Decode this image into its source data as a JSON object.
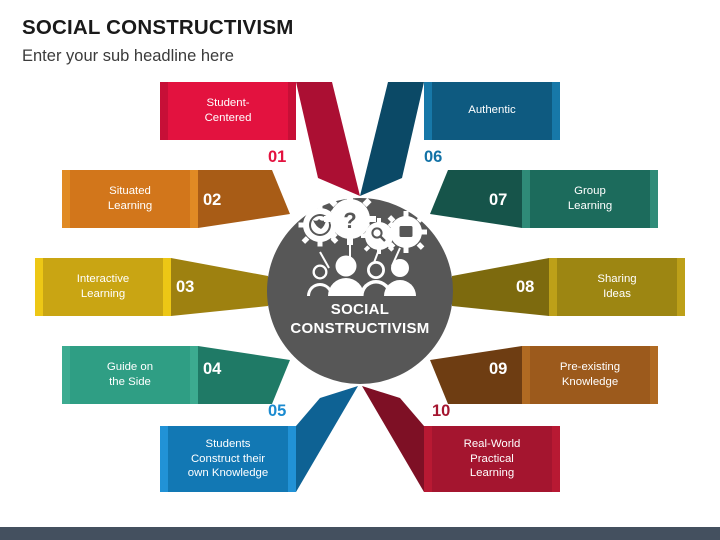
{
  "header": {
    "title": "SOCIAL CONSTRUCTIVISM",
    "subtitle": "Enter your sub headline here"
  },
  "center": {
    "line1": "SOCIAL",
    "line2": "CONSTRUCTIVISM",
    "circle_color": "#575757",
    "icon_names": [
      "globe-gear-icon",
      "question-gear-icon",
      "magnifier-gear-icon",
      "screen-gear-icon",
      "people-group-icon"
    ]
  },
  "chart_data": {
    "type": "diagram",
    "title": "SOCIAL CONSTRUCTIVISM",
    "center_label": "SOCIAL CONSTRUCTIVISM",
    "layout": "radial-petal, 5 left / 5 right",
    "items": [
      {
        "number": "01",
        "label": "Student-\nCentered",
        "color": "#e3123f",
        "dark": "#ab0f33",
        "edge": "#c70f37",
        "num_color": "#e3123f",
        "num_inside": false,
        "side": "top-left"
      },
      {
        "number": "02",
        "label": "Situated\nLearning",
        "color": "#d2761b",
        "dark": "#a85c16",
        "edge": "#e08a24",
        "num_color": "#ffffff",
        "num_inside": true,
        "side": "left"
      },
      {
        "number": "03",
        "label": "Interactive\nLearning",
        "color": "#c9a513",
        "dark": "#9e8110",
        "edge": "#edc715",
        "num_color": "#ffffff",
        "num_inside": true,
        "side": "left"
      },
      {
        "number": "04",
        "label": "Guide on\nthe Side",
        "color": "#2f9e84",
        "dark": "#1f7a66",
        "edge": "#3cab90",
        "num_color": "#ffffff",
        "num_inside": true,
        "side": "left"
      },
      {
        "number": "05",
        "label": "Students\nConstruct their\nown Knowledge",
        "color": "#1278b4",
        "dark": "#0e6294",
        "edge": "#2192d6",
        "num_color": "#1b8bd0",
        "num_inside": false,
        "side": "bottom-left"
      },
      {
        "number": "06",
        "label": "Authentic",
        "color": "#0e5a80",
        "dark": "#0b4966",
        "edge": "#1778a8",
        "num_color": "#1272a6",
        "num_inside": false,
        "side": "top-right"
      },
      {
        "number": "07",
        "label": "Group\nLearning",
        "color": "#1c6b5c",
        "dark": "#16544a",
        "edge": "#2f8b78",
        "num_color": "#ffffff",
        "num_inside": true,
        "side": "right"
      },
      {
        "number": "08",
        "label": "Sharing\nIdeas",
        "color": "#9d8612",
        "dark": "#7d6a0e",
        "edge": "#bda018",
        "num_color": "#ffffff",
        "num_inside": true,
        "side": "right"
      },
      {
        "number": "09",
        "label": "Pre-existing\nKnowledge",
        "color": "#9c5a1c",
        "dark": "#6e3d12",
        "edge": "#b06a22",
        "num_color": "#ffffff",
        "num_inside": true,
        "side": "right"
      },
      {
        "number": "10",
        "label": "Real-World\nPractical\nLearning",
        "color": "#a4152f",
        "dark": "#7e1025",
        "edge": "#b81933",
        "num_color": "#a4152f",
        "num_inside": false,
        "side": "bottom-right"
      }
    ]
  },
  "footer": {
    "bar_color": "#44505f"
  }
}
